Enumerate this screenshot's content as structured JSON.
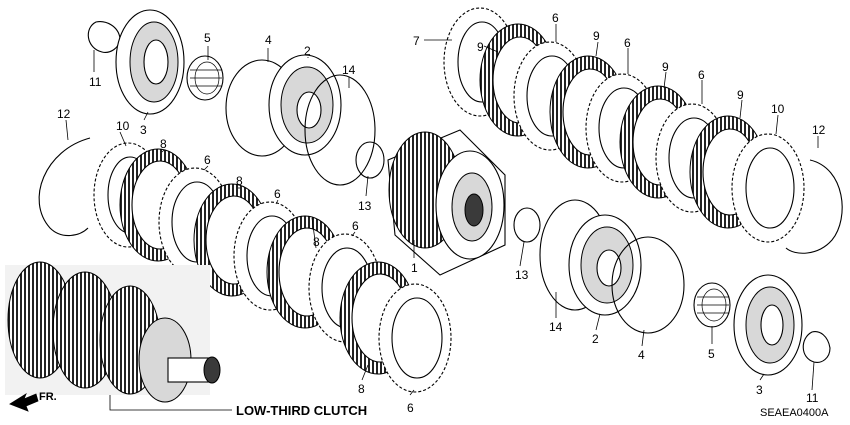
{
  "caption": "LOW-THIRD CLUTCH",
  "diagram_code": "SEAEA0400A",
  "direction_label": "FR.",
  "callouts": {
    "c11_top": "11",
    "c3_top": "3",
    "c5_top": "5",
    "c4_top": "4",
    "c2_top": "2",
    "c14_top": "14",
    "c13_top": "13",
    "c12_left": "12",
    "c10_left": "10",
    "c8_a": "8",
    "c6_a": "6",
    "c8_b": "8",
    "c6_b": "6",
    "c8_c": "8",
    "c6_c": "6",
    "c1": "1",
    "c8_d": "8",
    "c6_d": "6",
    "c7": "7",
    "c9_a": "9",
    "c6_e": "6",
    "c9_b": "9",
    "c6_f": "6",
    "c9_c": "9",
    "c6_g": "6",
    "c9_d": "9",
    "c10_right": "10",
    "c12_right": "12",
    "c13_low": "13",
    "c14_low": "14",
    "c2_low": "2",
    "c4_low": "4",
    "c5_low": "5",
    "c3_low": "3",
    "c11_low": "11"
  }
}
